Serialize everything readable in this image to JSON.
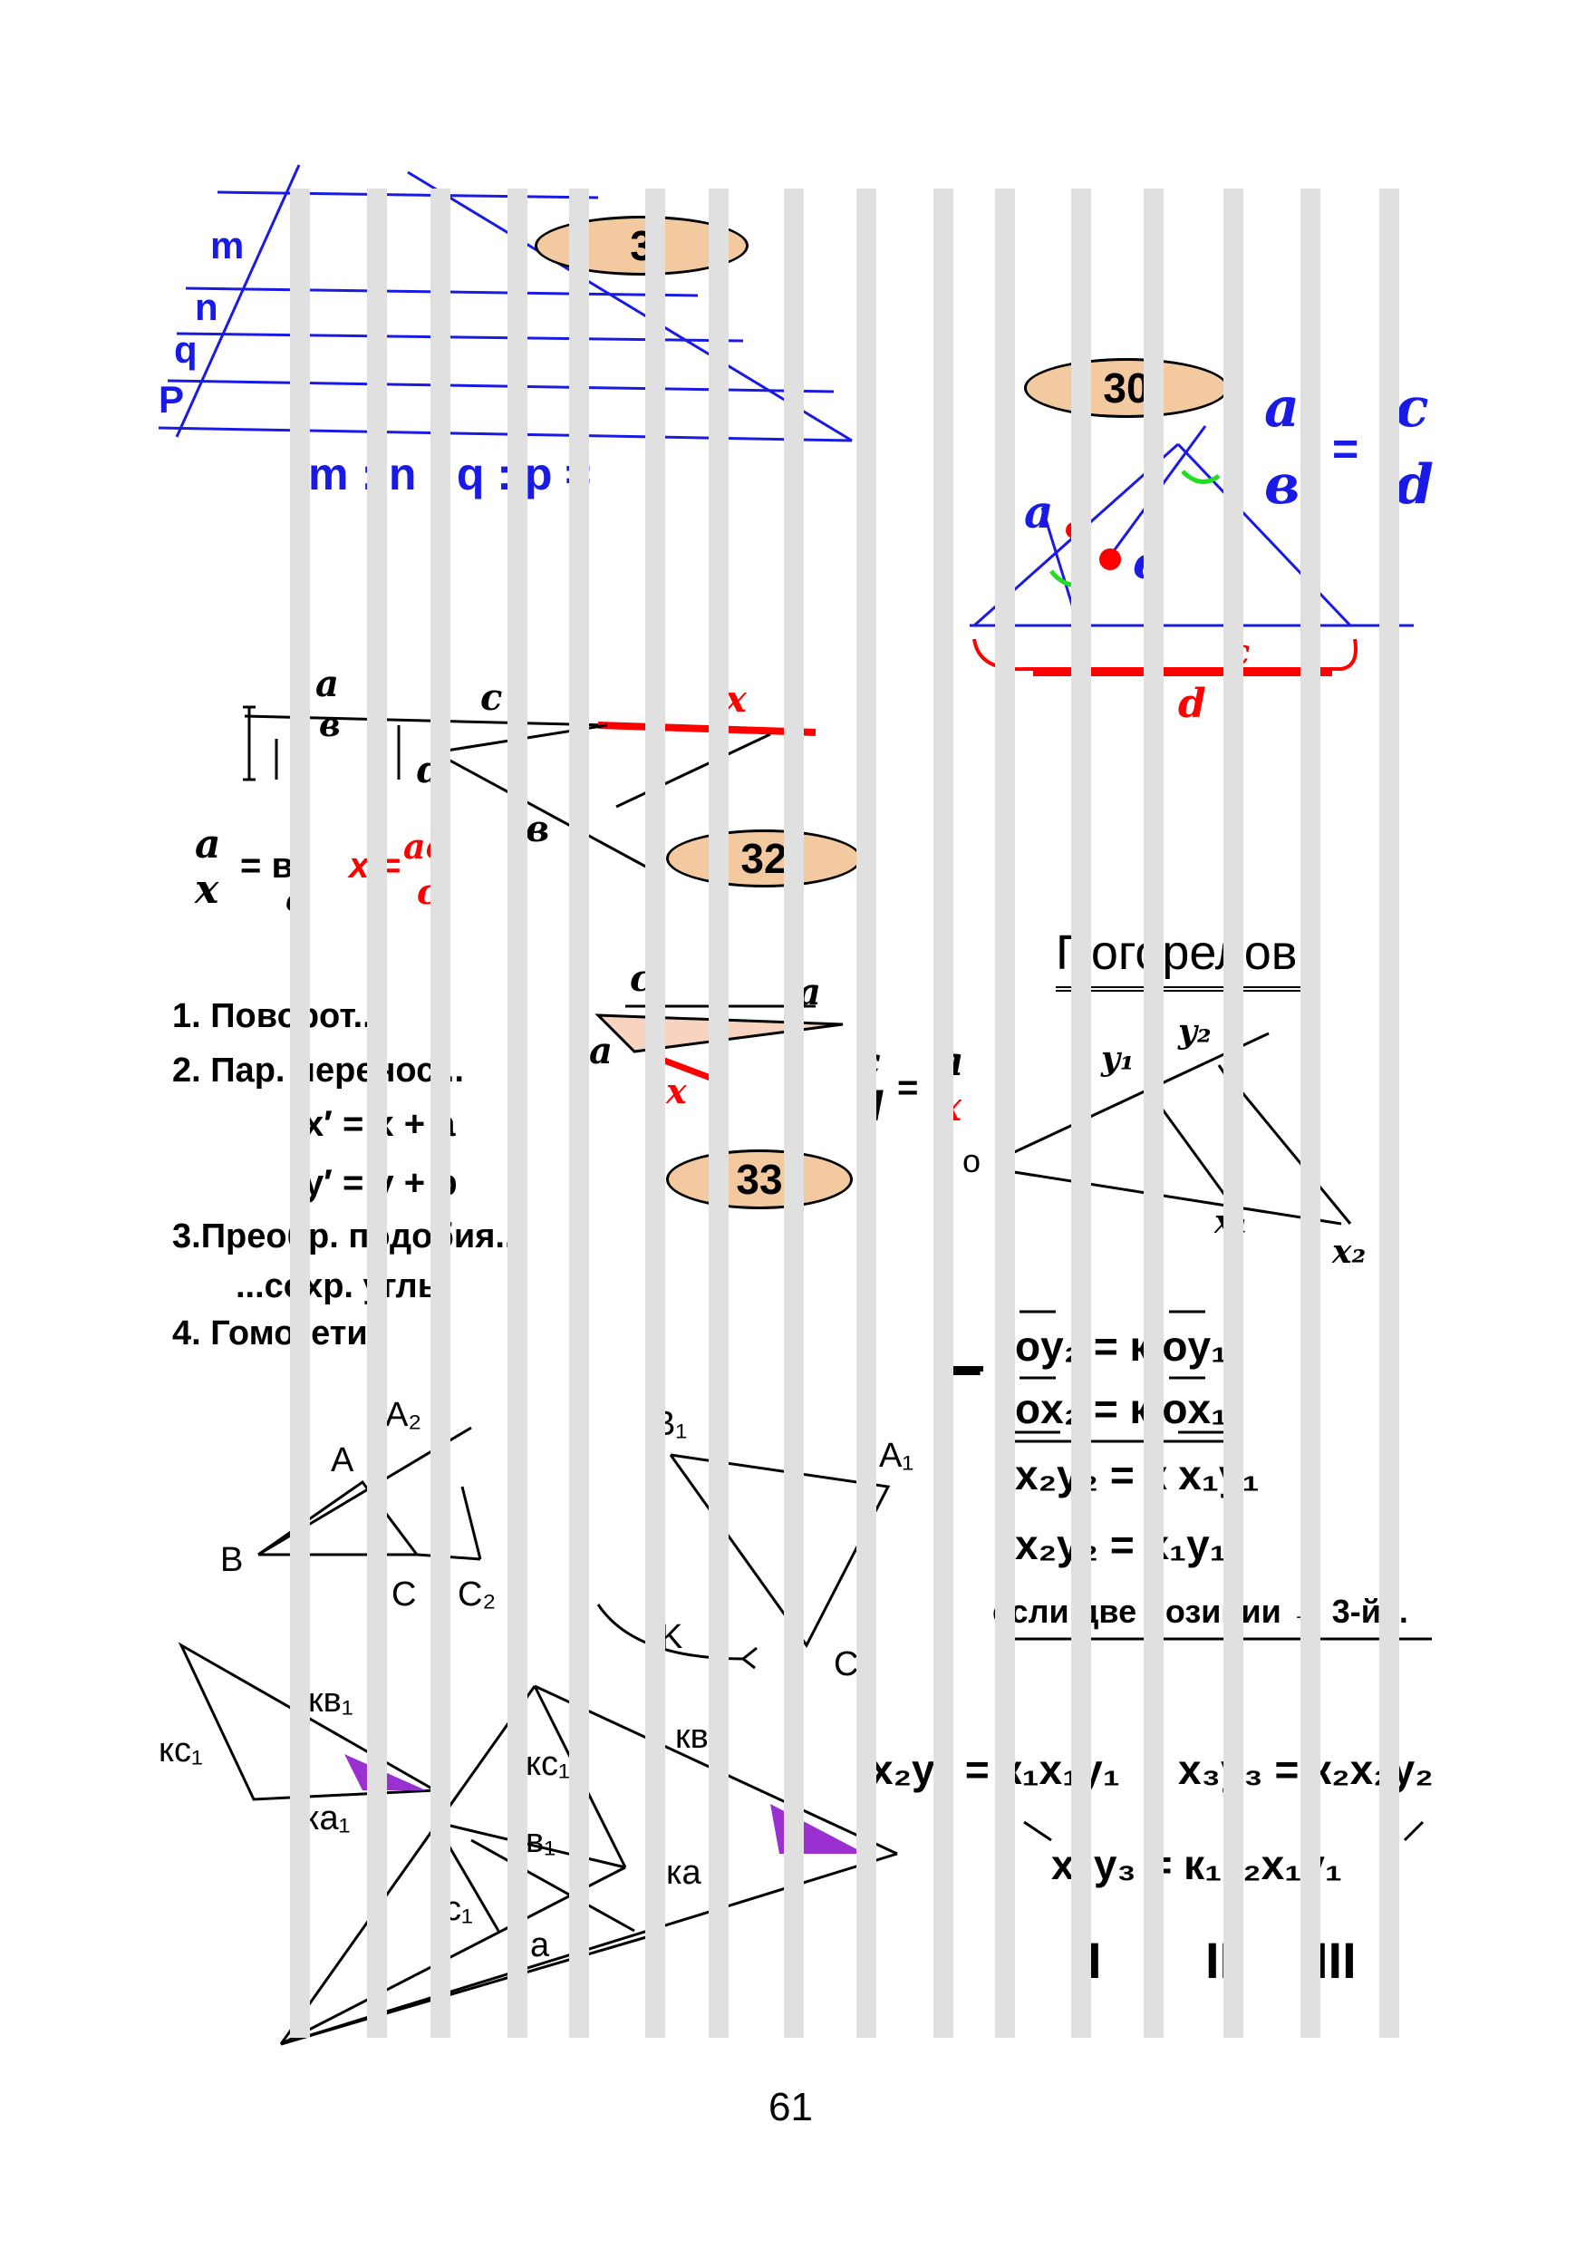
{
  "page_number": "61",
  "badges": {
    "b3": "3",
    "b30": "30",
    "b32": "32",
    "b33": "33"
  },
  "top_left": {
    "line_labels": [
      "m",
      "n",
      "q",
      "P"
    ],
    "ratio": "m : n : q : p ="
  },
  "top_right": {
    "seg_a": "a",
    "seg_b": "в",
    "frac_num_left": "a",
    "frac_den_left": "в",
    "frac_eq": "=",
    "frac_num_right": "c",
    "frac_den_right": "d",
    "brace_c": "c",
    "brace_d": "d"
  },
  "middle_left": {
    "frac_a": "a",
    "frac_b": "в",
    "seg_c": "c",
    "seg_x": "x",
    "seg_b": "в",
    "seg_d": "d",
    "eq_left_num": "a",
    "eq_left_den": "x",
    "eq_left_rhs": "= в",
    "eq_left_rhs_den": "c",
    "eq_x": "x =",
    "eq_x_num": "aв",
    "eq_x_den": "c"
  },
  "transforms": {
    "item1": "1. Поворот...",
    "item2": "2. Пар. перенос...",
    "formula_x": "x′ = x + a",
    "formula_y": "y′ = y + b",
    "item3": "3.Преобр. подобия...",
    "item3b": "...сохр. углы",
    "item4": "4. Гомотетия"
  },
  "middle_center": {
    "seg_c": "c",
    "seg_a": "a",
    "seg_a2": "a",
    "seg_x": "x",
    "frac_num": "c",
    "frac_den": "d",
    "frac_eq": "=",
    "frac_num2": "a",
    "frac_den2": "x"
  },
  "pogorelov": {
    "title": "Погорелов",
    "y1": "y₁",
    "y2": "y₂",
    "origin": "o",
    "x1": "x₁",
    "x2": "x₂"
  },
  "homothety_eqs": [
    "oy₂ = к oy₁",
    "ox₂ = к ox₁",
    "x₂y₂ = к x₁y₁",
    "x₂y₂ = x₁y₁"
  ],
  "dash": "–",
  "note": "если две позиции → 3-й...",
  "composition": {
    "eq1": "x₂y₂ = к₁x₁y₁",
    "eq2": "x₃y₃ = к₂x₂y₂",
    "result": "x₃y₃ = к₁к₂x₁y₁"
  },
  "roman": [
    "I",
    "II",
    "III"
  ],
  "triangles": {
    "A": "A",
    "A2": "A₂",
    "B": "B",
    "C": "C",
    "C2": "C₂",
    "B1": "B₁",
    "A1": "A₁",
    "K": "K",
    "C1": "C₁"
  },
  "bottom": {
    "kb1": "кв₁",
    "kc1": "кс₁",
    "ka1": "ка₁",
    "kc1b": "кс₁",
    "kb": "кв",
    "b1": "в₁",
    "c1": "c₁",
    "ka": "ка",
    "a": "a"
  }
}
